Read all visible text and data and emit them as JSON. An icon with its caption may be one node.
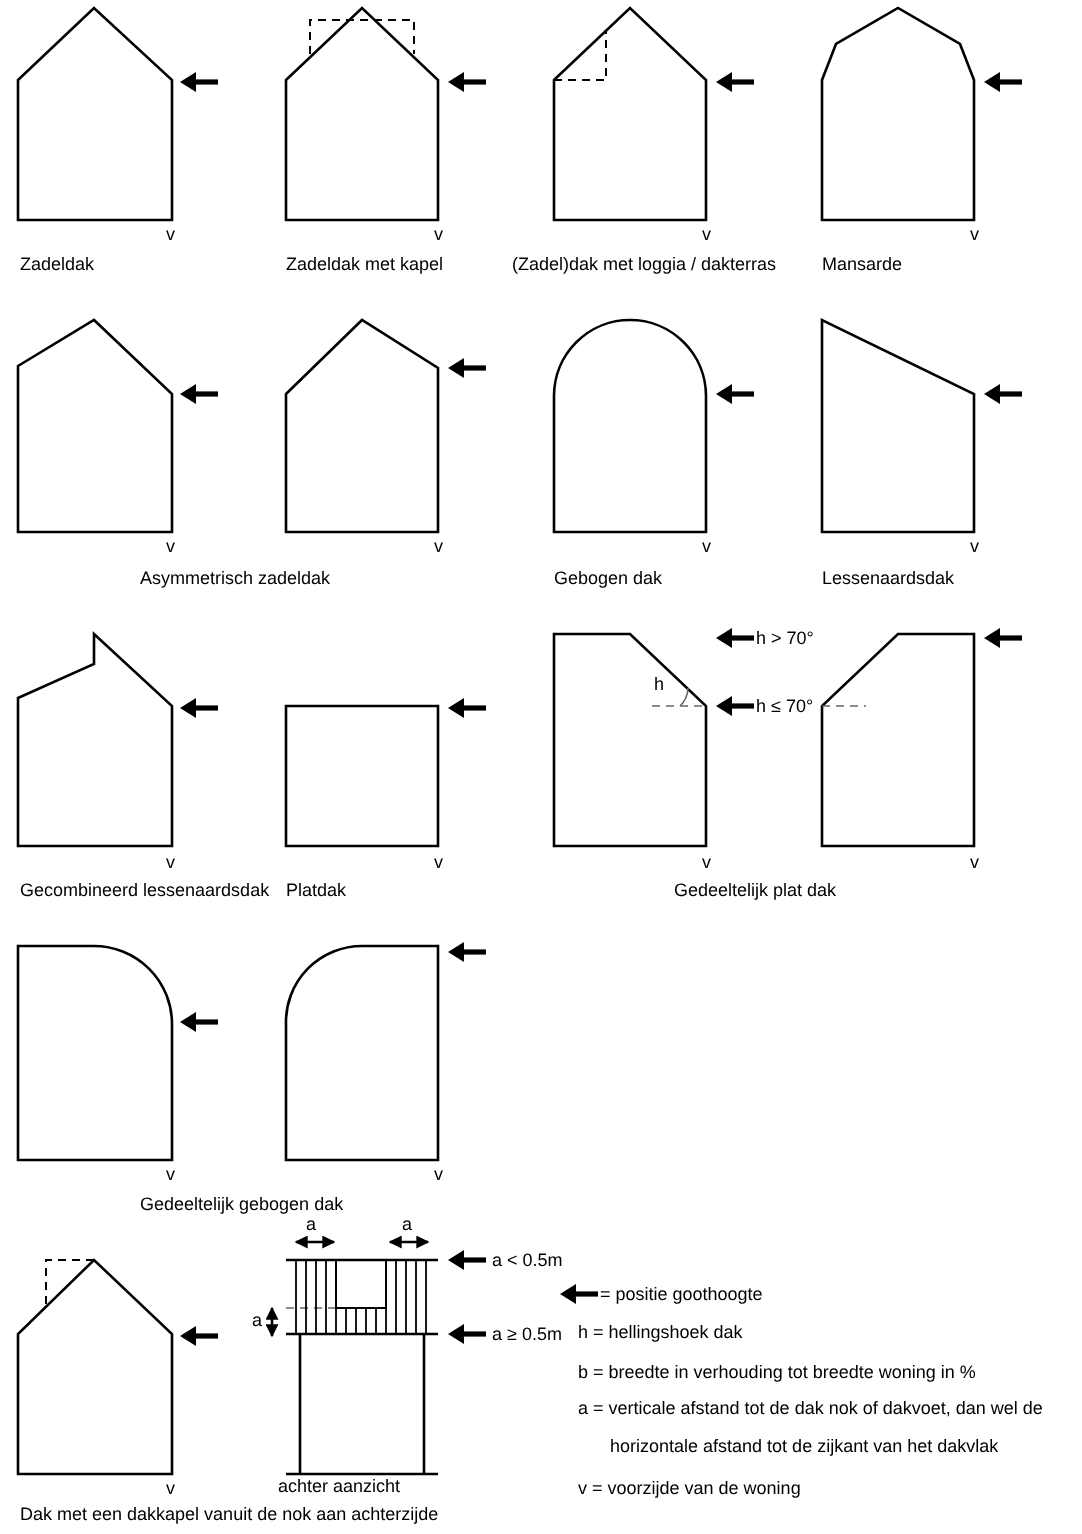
{
  "diagram": {
    "labels": [
      "v",
      "v",
      "v",
      "v",
      "Zadeldak",
      "Zadeldak met kapel",
      "(Zadel)dak met loggia / dakterras",
      "Mansarde",
      "v",
      "v",
      "v",
      "v",
      "Asymmetrisch zadeldak",
      "Gebogen dak",
      "Lessenaardsdak",
      "h > 70°",
      "h",
      "h ≤ 70°",
      "v",
      "v",
      "v",
      "v",
      "Gecombineerd lessenaardsdak",
      "Platdak",
      "Gedeeltelijk plat dak",
      "v",
      "v",
      "Gedeeltelijk gebogen dak",
      "a",
      "a",
      "a < 0.5m",
      "a",
      "a ≥ 0.5m",
      "h = hellingshoek dak",
      "b = breedte in verhouding tot breedte woning in %",
      "a = verticale afstand tot de dak nok of dakvoet, dan wel de horizontale afstand tot de zijkant van het dakvlak",
      "v = voorzijde van de woning",
      "v",
      "achter aanzicht",
      "Dak met een dakkapel vanuit de nok aan achterzijde"
    ],
    "legend": [
      {
        "text": "= positie goothoogte"
      }
    ]
  }
}
